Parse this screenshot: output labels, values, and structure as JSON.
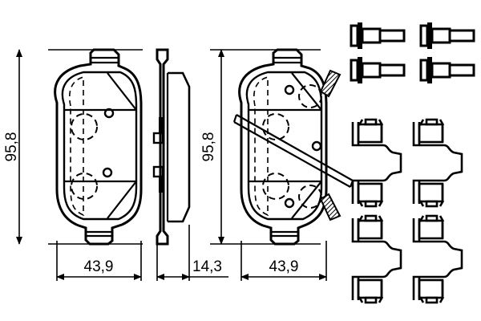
{
  "drawing": {
    "type": "technical-line-drawing",
    "subject": "disc-brake-pad-set",
    "background_color": "#ffffff",
    "line_color": "#000000"
  },
  "dimensions": {
    "pad_height_left": "95,8",
    "pad_width_left": "43,9",
    "pad_thickness": "14,3",
    "pad_height_right": "95,8",
    "pad_width_right": "43,9"
  },
  "views": [
    {
      "name": "pad-front-view-left",
      "label": ""
    },
    {
      "name": "pad-side-view",
      "label": ""
    },
    {
      "name": "pad-front-view-right-with-sensor",
      "label": ""
    }
  ],
  "accessories": {
    "bolts": {
      "count": 4,
      "name": "guide-bolt"
    },
    "clips": {
      "count": 4,
      "name": "abutment-clip"
    }
  }
}
